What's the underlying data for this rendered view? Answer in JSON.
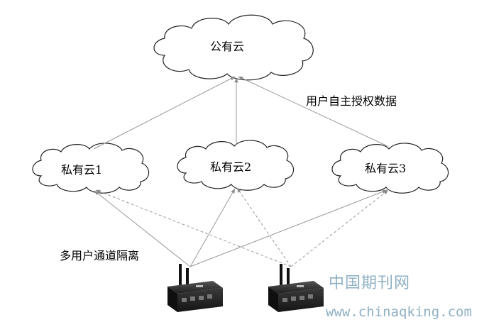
{
  "clouds": {
    "public": "公有云",
    "private_1": "私有云1",
    "private_2": "私有云2",
    "private_3": "私有云3"
  },
  "annotations": {
    "authorization": "用户自主授权数据",
    "isolation": "多用户通道隔离"
  },
  "watermark": {
    "name": "中国期刊网",
    "url": "www.chinaqking.com"
  },
  "colors": {
    "line": "#9a9a9a",
    "watermark": "#8fb0c4"
  },
  "icons": [
    "cloud-icon",
    "router-device-icon"
  ]
}
